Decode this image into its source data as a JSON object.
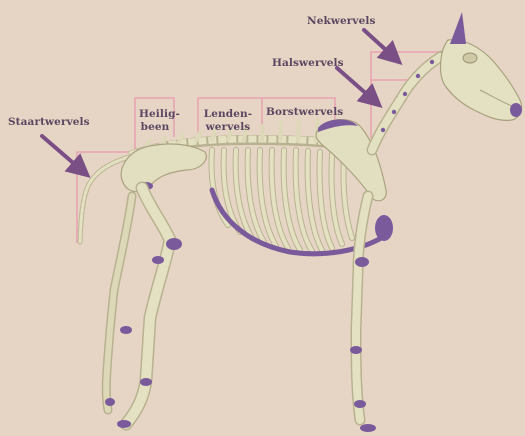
{
  "labels": {
    "staartwervels": "Staartwervels",
    "heiligbeen_1": "Heilig-",
    "heiligbeen_2": "been",
    "lendenwervels_1": "Lenden-",
    "lendenwervels_2": "wervels",
    "borstwervels": "Borstwervels",
    "halswervels": "Halswervels",
    "nekwervels": "Nekwervels"
  },
  "colors": {
    "background": "#e6d5c4",
    "bone": "#e4e0c2",
    "bone_shadow": "#b8b290",
    "cartilage": "#7b5a9c",
    "bracket": "#e9a4b2",
    "arrow": "#7a4f86",
    "label": "#5a4660"
  }
}
